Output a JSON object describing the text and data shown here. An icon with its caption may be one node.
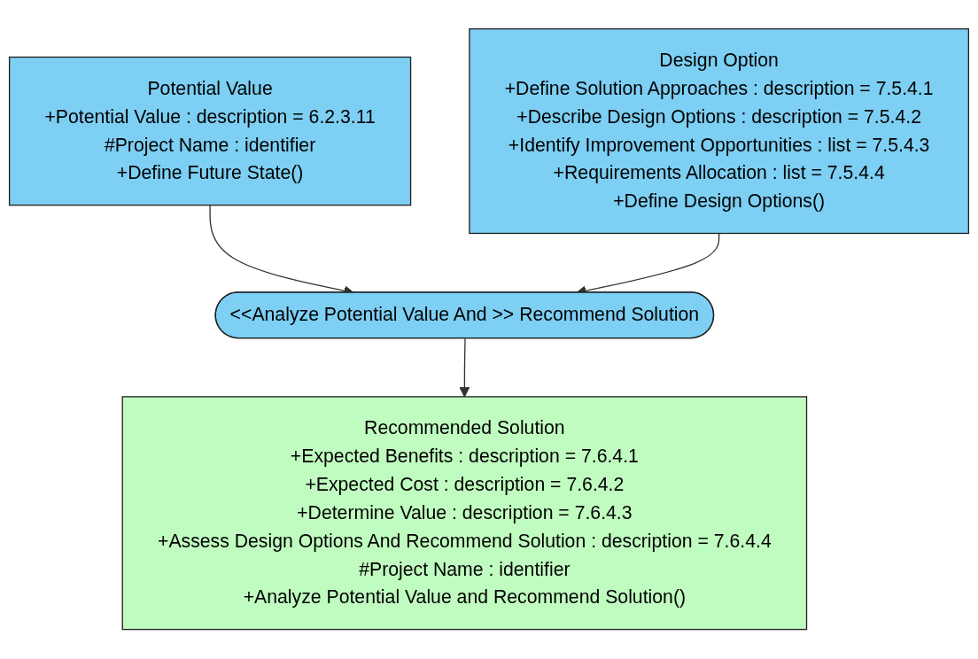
{
  "diagram": {
    "nodes": [
      {
        "text": [
          "Potential Value",
          "+Potential Value : description = 6.2.3.11",
          "#Project Name : identifier",
          "+Define Future State()"
        ]
      },
      {
        "text": [
          "Design Option",
          "+Define Solution Approaches : description = 7.5.4.1",
          "+Describe Design Options : description = 7.5.4.2",
          "+Identify Improvement Opportunities : list = 7.5.4.3",
          "+Requirements Allocation : list = 7.5.4.4",
          "+Define Design Options()"
        ]
      },
      {
        "text": [
          "<<Analyze Potential Value And >> Recommend Solution"
        ]
      },
      {
        "text": [
          "Recommended Solution",
          "+Expected Benefits : description = 7.6.4.1",
          "+Expected Cost : description = 7.6.4.2",
          "+Determine Value : description = 7.6.4.3",
          "+Assess Design Options And Recommend Solution : description = 7.6.4.4",
          "#Project Name : identifier",
          "+Analyze Potential Value and Recommend Solution()"
        ]
      }
    ],
    "edges": [
      {
        "from": 0,
        "to": 2,
        "arrow": "to"
      },
      {
        "from": 1,
        "to": 2,
        "arrow": "to"
      },
      {
        "from": 2,
        "to": 3,
        "arrow": "to"
      }
    ]
  }
}
